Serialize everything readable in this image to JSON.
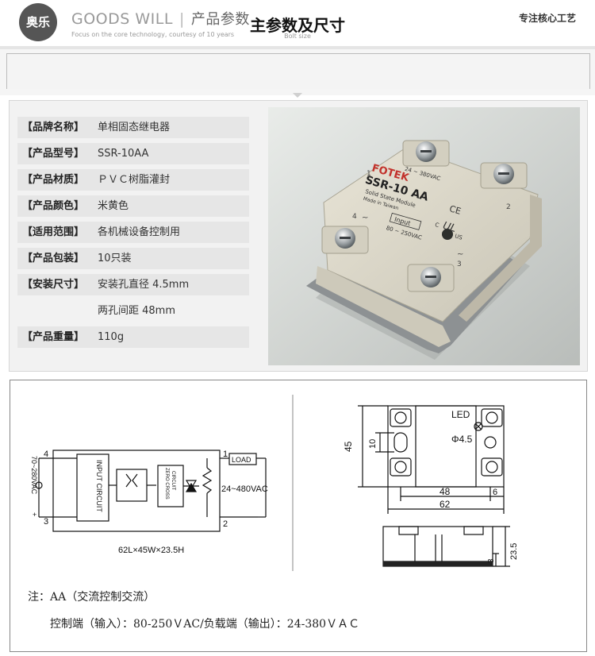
{
  "header": {
    "logo_text": "奥乐",
    "brand_en": "GOODS WILL",
    "separator": "|",
    "brand_cn": "产品参数",
    "slogan": "Focus on the core technology, courtesy of 10 years",
    "right_tag": "专注核心工艺"
  },
  "title": {
    "main": "主参数及尺寸",
    "sub": "Bolt size"
  },
  "specs": [
    {
      "label": "【品牌名称】",
      "value": "单相固态继电器"
    },
    {
      "label": "【产品型号】",
      "value": "SSR-10AA"
    },
    {
      "label": "【产品材质】",
      "value": "ＰＶＣ树脂灌封"
    },
    {
      "label": "【产品颜色】",
      "value": "米黄色"
    },
    {
      "label": "【适用范围】",
      "value": "各机械设备控制用"
    },
    {
      "label": "【产品包装】",
      "value": "10只装"
    },
    {
      "label": "【安装尺寸】",
      "value": "安装孔直径  4.5mm"
    },
    {
      "label": "",
      "value": "两孔间距  48mm"
    },
    {
      "label": "【产品重量】",
      "value": "110g"
    }
  ],
  "photo": {
    "brand_label": "FOTEK",
    "model_label": "SSR-10 AA",
    "module_label": "Solid State Module",
    "made_label": "Made in Taiwan",
    "output_range": "24 ~ 380VAC",
    "input_label": "Input",
    "input_range": "80 ~ 250VAC",
    "ce_mark": "CE",
    "ul_mark": "UL",
    "c_mark": "C",
    "us_mark": "US",
    "terminal_1": "1",
    "terminal_2": "2",
    "terminal_3": "3",
    "terminal_4": "4",
    "tilde": "~"
  },
  "circuit": {
    "pin_4": "4",
    "pin_3": "3",
    "pin_1": "1",
    "pin_2": "2",
    "input_voltage": "70~280VAC",
    "plus": "+",
    "input_block": "INPUT CIRCUIT",
    "zero_cross_1": "ZERO CROSS",
    "zero_cross_2": "CIRCUIT",
    "load_label": "LOAD",
    "output_voltage": "24~480VAC",
    "size_label": "62L×45W×23.5H"
  },
  "dimensions": {
    "led_label": "LED",
    "hole_label": "Φ4.5",
    "dim_45": "45",
    "dim_10": "10",
    "dim_48": "48",
    "dim_6": "6",
    "dim_62": "62",
    "dim_3": "3",
    "dim_23_5": "23.5"
  },
  "notes": {
    "note1": "注：AA（交流控制交流）",
    "note2": "控制端（输入）：80-250ＶAC/负载端（输出）：24-380ＶＡＣ"
  }
}
